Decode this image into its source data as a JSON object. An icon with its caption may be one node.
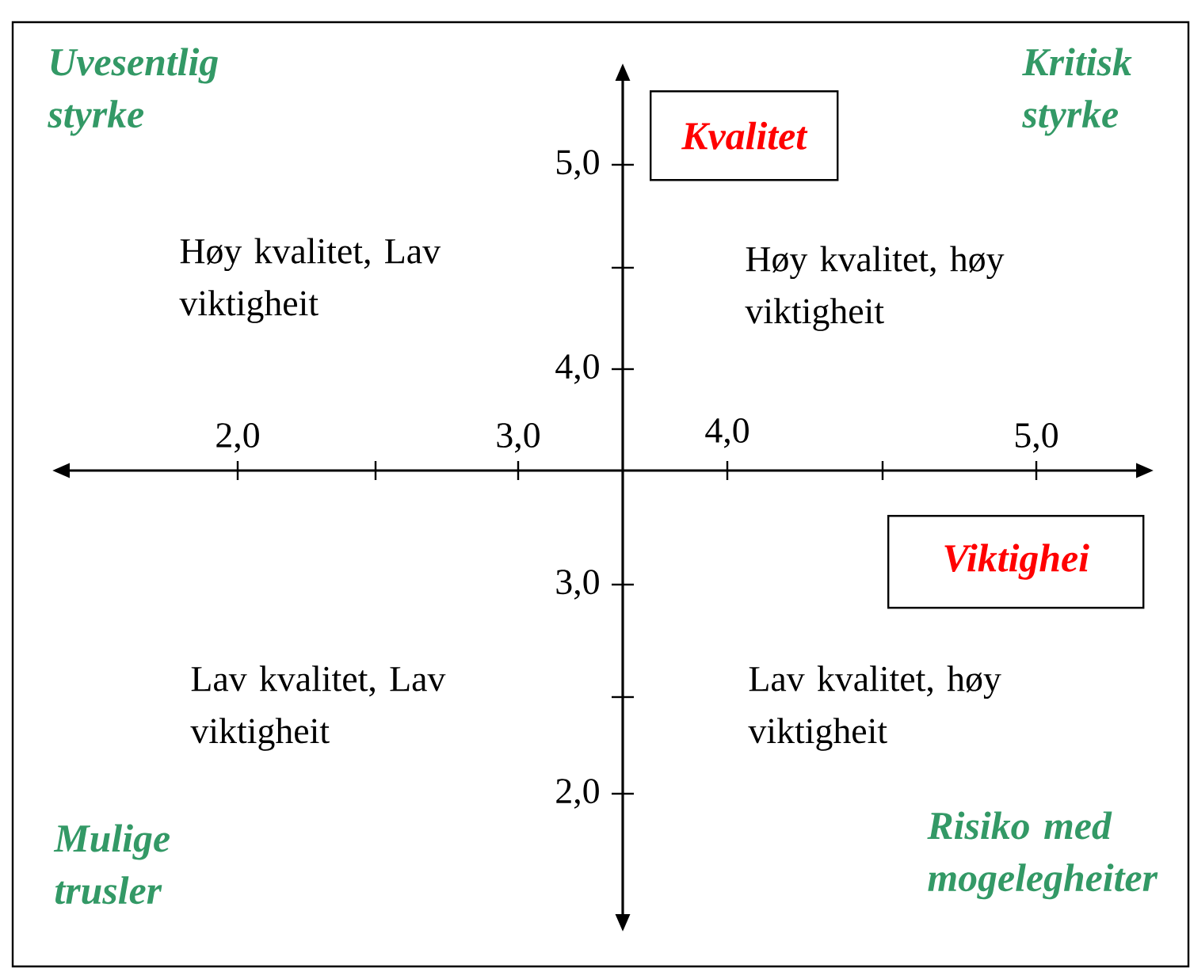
{
  "diagram": {
    "nodes": [
      {
        "text": [
          "Kvalitet"
        ]
      },
      {
        "text": [
          "Viktighei"
        ]
      }
    ],
    "labels": [
      "Uvesentlig styrke",
      "Kritisk styrke",
      "5,0",
      "Høy kvalitet, Lav viktigheit",
      "Høy kvalitet, høy viktigheit",
      "4,0",
      "2,0",
      "3,0",
      "4,0",
      "5,0",
      "3,0",
      "Lav kvalitet, Lav viktigheit",
      "Lav kvalitet, høy viktigheit",
      "2,0",
      "Mulige trusler",
      "Risiko med mogelegheiter"
    ]
  }
}
